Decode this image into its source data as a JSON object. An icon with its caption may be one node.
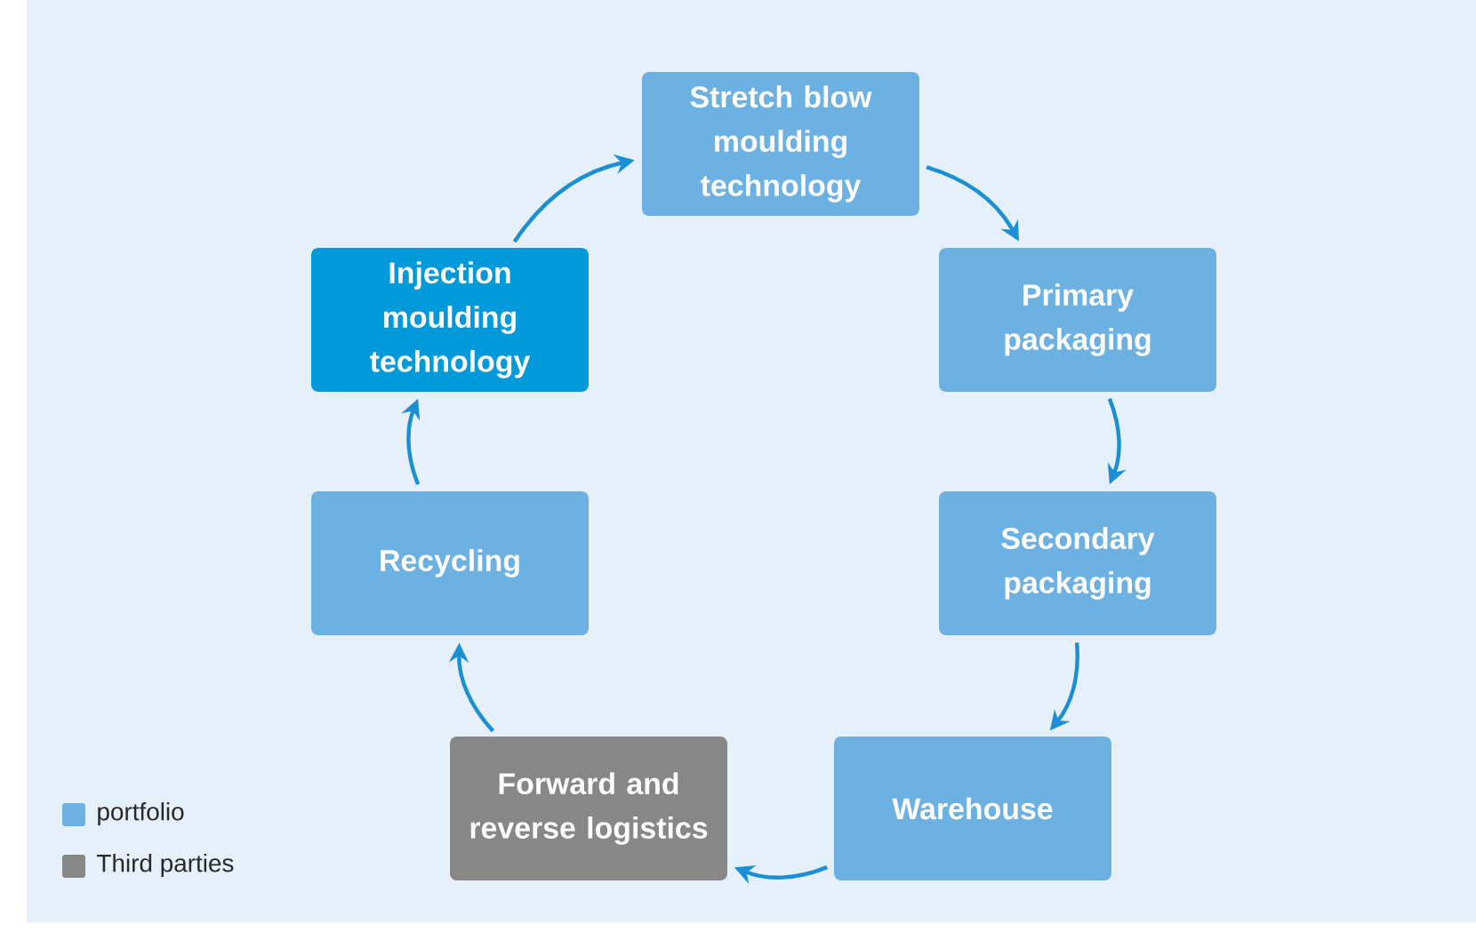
{
  "diagram": {
    "nodes": [
      {
        "text": [
          "Stretch blow moulding technology"
        ]
      },
      {
        "text": [
          "Primary packaging"
        ]
      },
      {
        "text": [
          "Secondary packaging"
        ]
      },
      {
        "text": [
          "Warehouse"
        ]
      },
      {
        "text": [
          "Forward and reverse logistics"
        ]
      },
      {
        "text": [
          "Recycling"
        ]
      },
      {
        "text": [
          "Injection moulding technology"
        ]
      }
    ],
    "edges": [
      {
        "from": 0,
        "to": 1,
        "arrow": "to"
      },
      {
        "from": 1,
        "to": 2,
        "arrow": "to"
      },
      {
        "from": 2,
        "to": 3,
        "arrow": "to"
      },
      {
        "from": 3,
        "to": 4,
        "arrow": "to"
      },
      {
        "from": 4,
        "to": 5,
        "arrow": "to"
      },
      {
        "from": 5,
        "to": 6,
        "arrow": "to"
      },
      {
        "from": 6,
        "to": 0,
        "arrow": "to"
      }
    ],
    "legend": [
      {
        "text": "portfolio",
        "color": "#6cb1e1"
      },
      {
        "text": "Third parties",
        "color": "#878787"
      }
    ]
  }
}
